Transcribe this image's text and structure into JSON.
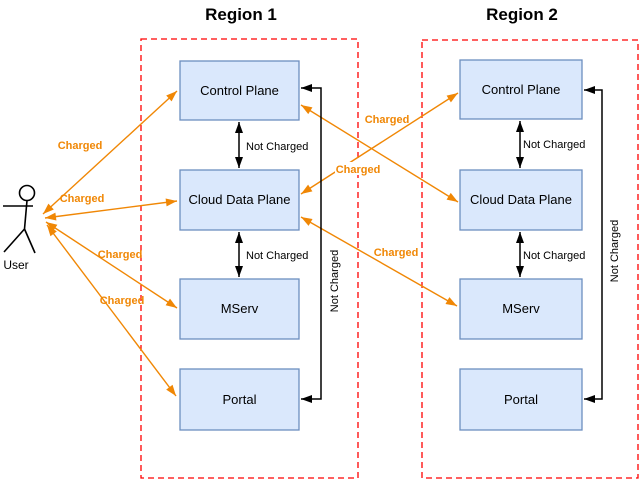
{
  "actor": {
    "label": "User"
  },
  "regions": [
    {
      "title": "Region 1",
      "nodes": [
        {
          "label": "Control Plane"
        },
        {
          "label": "Cloud Data Plane"
        },
        {
          "label": "MServ"
        },
        {
          "label": "Portal"
        }
      ]
    },
    {
      "title": "Region 2",
      "nodes": [
        {
          "label": "Control Plane"
        },
        {
          "label": "Cloud Data Plane"
        },
        {
          "label": "MServ"
        },
        {
          "label": "Portal"
        }
      ]
    }
  ],
  "connections": [
    {
      "from": "user",
      "to": "region1.control-plane",
      "label": "Charged",
      "direction": "both"
    },
    {
      "from": "user",
      "to": "region1.cloud-data-plane",
      "label": "Charged",
      "direction": "both"
    },
    {
      "from": "user",
      "to": "region1.mserv",
      "label": "Charged",
      "direction": "both"
    },
    {
      "from": "user",
      "to": "region1.portal",
      "label": "Charged",
      "direction": "both"
    },
    {
      "from": "region1.cloud-data-plane",
      "to": "region2.control-plane",
      "label": "Charged",
      "direction": "both"
    },
    {
      "from": "region1.control-plane",
      "to": "region2.cloud-data-plane",
      "label": "Charged",
      "direction": "both"
    },
    {
      "from": "region1.cloud-data-plane",
      "to": "region2.mserv",
      "label": "Charged",
      "direction": "both"
    },
    {
      "from": "region1.control-plane",
      "to": "region1.cloud-data-plane",
      "label": "Not Charged",
      "direction": "both"
    },
    {
      "from": "region1.cloud-data-plane",
      "to": "region1.mserv",
      "label": "Not Charged",
      "direction": "both"
    },
    {
      "from": "region1.control-plane",
      "to": "region1.portal",
      "label": "Not Charged",
      "direction": "both"
    },
    {
      "from": "region2.control-plane",
      "to": "region2.cloud-data-plane",
      "label": "Not Charged",
      "direction": "both"
    },
    {
      "from": "region2.cloud-data-plane",
      "to": "region2.mserv",
      "label": "Not Charged",
      "direction": "both"
    },
    {
      "from": "region2.control-plane",
      "to": "region2.portal",
      "label": "Not Charged",
      "direction": "both"
    }
  ],
  "colors": {
    "charged_arrow": "#F08705",
    "not_charged_arrow": "#000000",
    "node_fill": "#DAE8FC",
    "node_border": "#6C8EBF",
    "region_border": "#FF0000"
  }
}
